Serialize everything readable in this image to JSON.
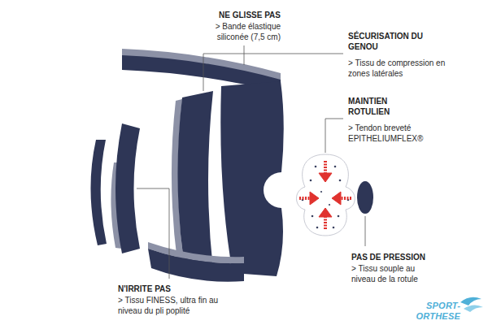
{
  "diagram": {
    "labels": [
      "NE GLISSE PAS",
      "> Bande élastique siliconée (7,5 cm)",
      "SÉCURISATION DU GENOU",
      "> Tissu de compression en zones latérales",
      "MAINTIEN ROTULIEN",
      "> Tendon breveté EPITHELIUMFLEX®",
      "PAS DE PRESSION",
      "> Tissu souple au niveau de la rotule",
      "N'IRRITE PAS",
      "> Tissu FINESS, ultra fin au niveau du pli poplité",
      "SPORT-ORTHESE"
    ]
  }
}
